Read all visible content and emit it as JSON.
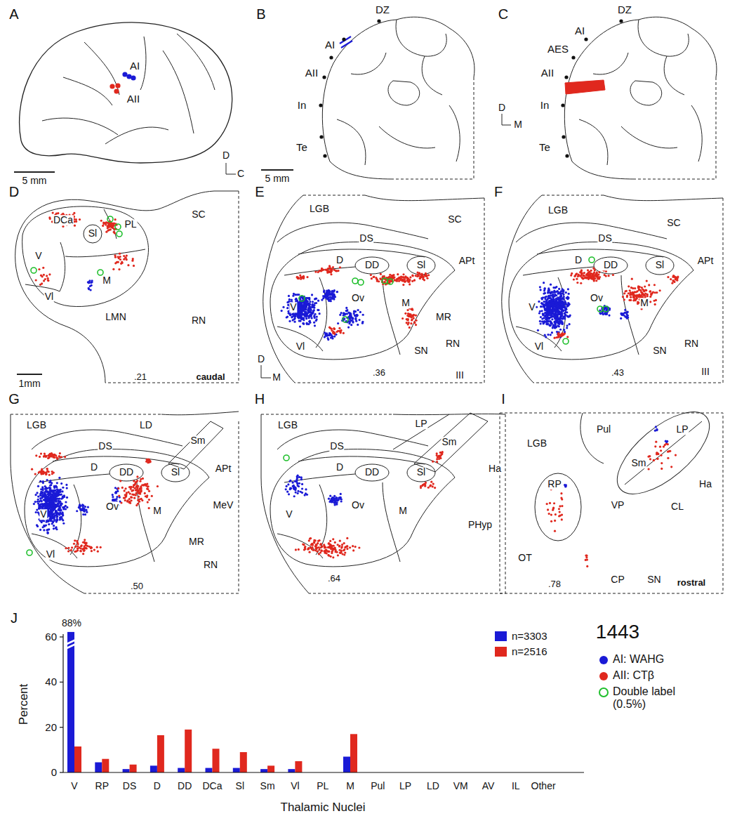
{
  "diagram": {
    "labels": [
      "A",
      "AI",
      "AII",
      "5 mm",
      "D",
      "C",
      "B",
      "DZ",
      "AI",
      "AII",
      "In",
      "Te",
      "5 mm",
      "C",
      "DZ",
      "AI",
      "AES",
      "AII",
      "In",
      "Te",
      "D",
      "M",
      "D",
      "SC",
      "DCa",
      "PL",
      "Sl",
      "V",
      "Vl",
      "M",
      "LMN",
      "RN",
      "1mm",
      ".21",
      "caudal",
      "E",
      "LGB",
      "SC",
      "DS",
      "D",
      "DD",
      "Sl",
      "APt",
      "V",
      "Ov",
      "M",
      "MR",
      "Vl",
      "SN",
      "RN",
      "D",
      "M",
      ".36",
      "III",
      "F",
      "LGB",
      "SC",
      "DS",
      "D",
      "DD",
      "Sl",
      "APt",
      "V",
      "Ov",
      "M",
      "SN",
      "RN",
      "III",
      "Vl",
      ".43",
      "G",
      "LGB",
      "LD",
      "Sm",
      "DS",
      "D",
      "APt",
      "DD",
      "Sl",
      "MeV",
      "V",
      "Ov",
      "M",
      "MR",
      "Vl",
      "RN",
      ".50",
      "H",
      "LGB",
      "LP",
      "DS",
      "Sm",
      "D",
      "Sl",
      "Ha",
      "V",
      "Ov",
      "DD",
      "M",
      "PHyp",
      ".64",
      "I",
      "Pul",
      "LP",
      "LGB",
      "Sm",
      "Ha",
      "RP",
      "VP",
      "CL",
      "OT",
      ".78",
      "CP",
      "SN",
      "rostral",
      "J",
      "60",
      "40",
      "20",
      "0",
      "88%",
      "Percent",
      "V",
      "RP",
      "DS",
      "D",
      "DD",
      "DCa",
      "Sl",
      "Sm",
      "Vl",
      "PL",
      "M",
      "Pul",
      "LP",
      "LD",
      "VM",
      "AV",
      "IL",
      "Other",
      "Thalamic Nuclei",
      "1443"
    ],
    "legend": [
      {
        "text": "n=3303",
        "color": "#1a1ad6"
      },
      {
        "text": "n=2516",
        "color": "#e0281e"
      },
      {
        "text": "AI: WAHG",
        "color": "#1a1ad6"
      },
      {
        "text": "AII: CTβ",
        "color": "#e0281e"
      },
      {
        "text": "Double label (0.5%)"
      }
    ]
  }
}
